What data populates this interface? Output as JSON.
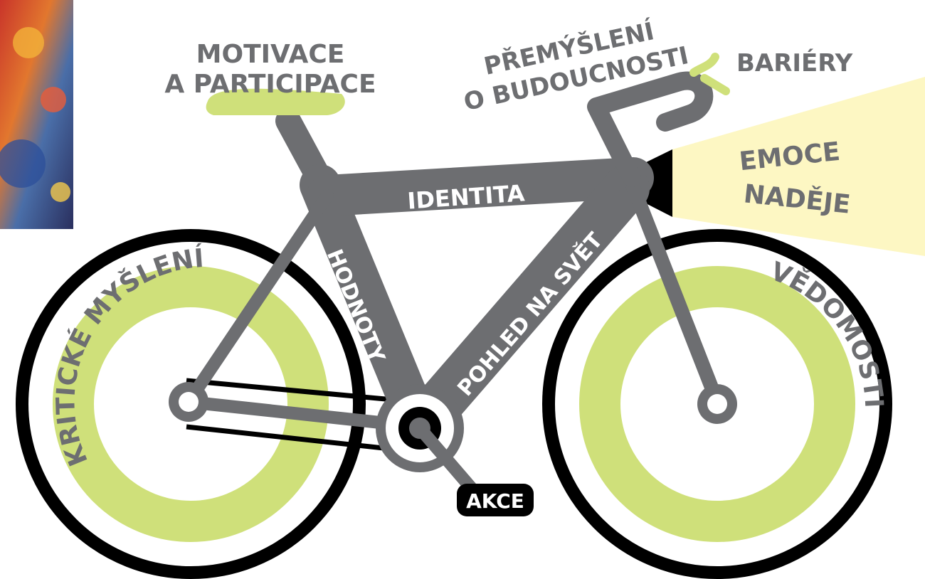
{
  "labels": {
    "motivace_line1": "MOTIVACE",
    "motivace_line2": "A PARTICIPACE",
    "premysleni_line1": "PŘEMÝŠLENÍ",
    "premysleni_line2": "O BUDOUCNOSTI",
    "bariery": "BARIÉRY",
    "emoce": "EMOCE",
    "nadeje": "NADĚJE",
    "identita": "IDENTITA",
    "hodnoty": "HODNOTY",
    "pohled": "POHLED NA SVĚT",
    "kriticke": "KRITICKÉ MYŠLENÍ",
    "vedomosti": "VĚDOMOSTI",
    "akce": "AKCE"
  },
  "colors": {
    "frame": "#6d6e71",
    "accent_green": "#cfe07a",
    "tire": "#000000",
    "light_beam": "#fdf7c3",
    "label_grey": "#6d6e71"
  }
}
